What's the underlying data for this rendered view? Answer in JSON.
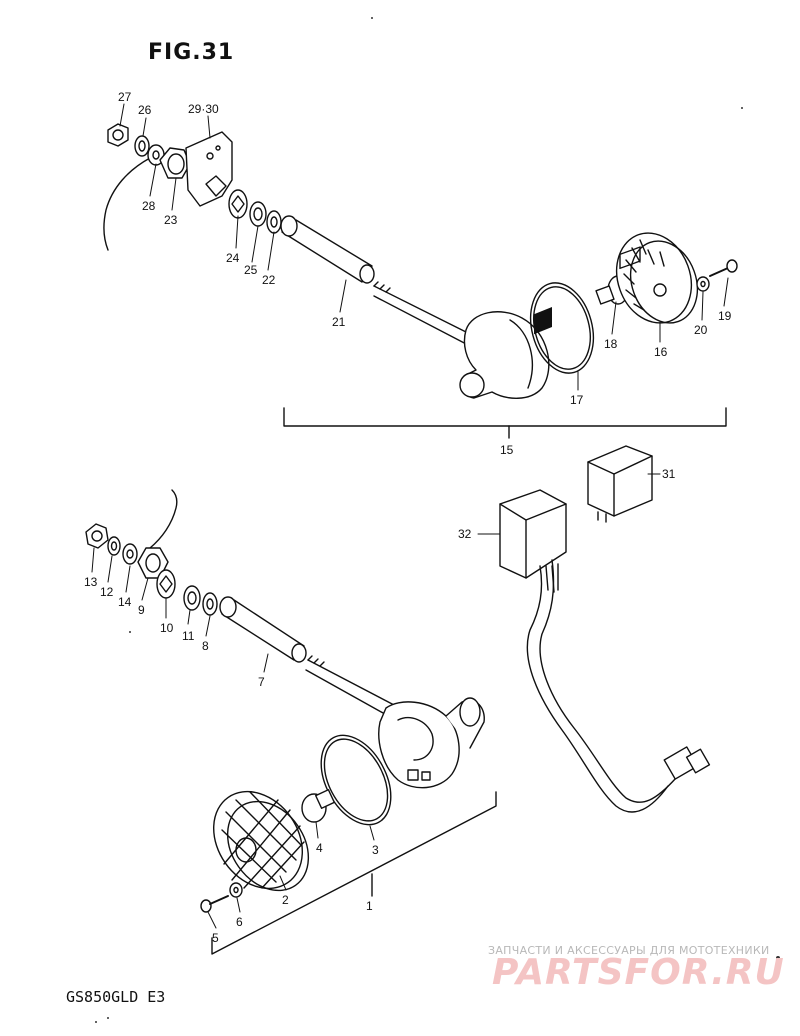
{
  "figure_title": "FIG.31",
  "model_code": "GS850GLD E3",
  "watermark": {
    "tagline": "ЗАПЧАСТИ И АКСЕССУАРЫ ДЛЯ МОТОТЕХНИКИ",
    "brand": "PARTSFOR.RU",
    "tagline_color": "#b8b8b8",
    "brand_color": "#f4c4c4"
  },
  "callouts": {
    "c27": "27",
    "c26": "26",
    "c29_30": "29·30",
    "c28": "28",
    "c23": "23",
    "c24": "24",
    "c25": "25",
    "c22": "22",
    "c21": "21",
    "c18": "18",
    "c16": "16",
    "c20": "20",
    "c19": "19",
    "c17": "17",
    "c15": "15",
    "c31": "31",
    "c32": "32",
    "c13": "13",
    "c12": "12",
    "c14": "14",
    "c9": "9",
    "c10": "10",
    "c11": "11",
    "c8": "8",
    "c7": "7",
    "c4": "4",
    "c3": "3",
    "c2": "2",
    "c1": "1",
    "c5": "5",
    "c6": "6"
  }
}
